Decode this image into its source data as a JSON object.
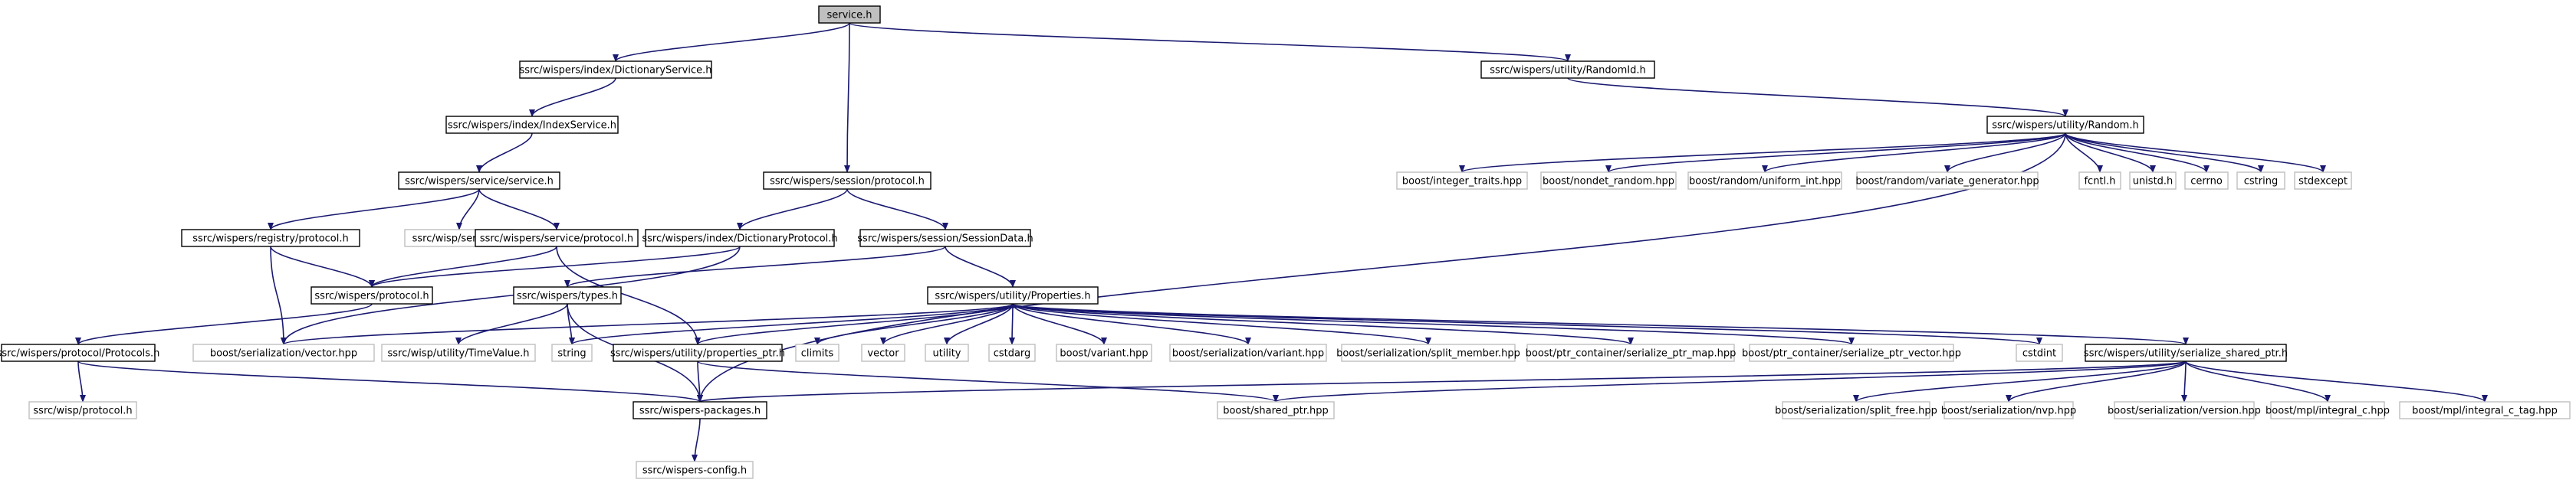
{
  "title": "service.h",
  "colors": {
    "edge": "#191970",
    "internal_border": "#000000",
    "external_border": "#bfbfbf",
    "root_fill": "#bfbfbf"
  },
  "nodes": [
    {
      "id": "n0",
      "label": "service.h",
      "kind": "root"
    },
    {
      "id": "n1",
      "label": "ssrc/wispers/index/DictionaryService.h",
      "kind": "internal"
    },
    {
      "id": "n2",
      "label": "ssrc/wispers/utility/RandomId.h",
      "kind": "internal"
    },
    {
      "id": "n3",
      "label": "ssrc/wispers/index/IndexService.h",
      "kind": "internal"
    },
    {
      "id": "n4",
      "label": "ssrc/wispers/utility/Random.h",
      "kind": "internal"
    },
    {
      "id": "n5",
      "label": "ssrc/wispers/service/service.h",
      "kind": "internal"
    },
    {
      "id": "n6",
      "label": "ssrc/wispers/session/protocol.h",
      "kind": "internal"
    },
    {
      "id": "n7",
      "label": "boost/integer_traits.hpp",
      "kind": "external"
    },
    {
      "id": "n8",
      "label": "boost/nondet_random.hpp",
      "kind": "external"
    },
    {
      "id": "n9",
      "label": "boost/random/uniform_int.hpp",
      "kind": "external"
    },
    {
      "id": "n10",
      "label": "boost/random/variate_generator.hpp",
      "kind": "external"
    },
    {
      "id": "n11",
      "label": "fcntl.h",
      "kind": "external"
    },
    {
      "id": "n12",
      "label": "unistd.h",
      "kind": "external"
    },
    {
      "id": "n13",
      "label": "cerrno",
      "kind": "external"
    },
    {
      "id": "n14",
      "label": "cstring",
      "kind": "external"
    },
    {
      "id": "n15",
      "label": "stdexcept",
      "kind": "external"
    },
    {
      "id": "n16",
      "label": "ssrc/wispers/registry/protocol.h",
      "kind": "internal"
    },
    {
      "id": "n17",
      "label": "ssrc/wisp/service.h",
      "kind": "external"
    },
    {
      "id": "n18",
      "label": "ssrc/wispers/service/protocol.h",
      "kind": "internal"
    },
    {
      "id": "n19",
      "label": "ssrc/wispers/index/DictionaryProtocol.h",
      "kind": "internal"
    },
    {
      "id": "n20",
      "label": "ssrc/wispers/session/SessionData.h",
      "kind": "internal"
    },
    {
      "id": "n21",
      "label": "ssrc/wispers/protocol.h",
      "kind": "internal"
    },
    {
      "id": "n22",
      "label": "ssrc/wispers/types.h",
      "kind": "internal"
    },
    {
      "id": "n23",
      "label": "ssrc/wispers/utility/Properties.h",
      "kind": "internal"
    },
    {
      "id": "n24",
      "label": "ssrc/wispers/protocol/Protocols.h",
      "kind": "internal"
    },
    {
      "id": "n25",
      "label": "boost/serialization/vector.hpp",
      "kind": "external"
    },
    {
      "id": "n26",
      "label": "ssrc/wisp/utility/TimeValue.h",
      "kind": "external"
    },
    {
      "id": "n27",
      "label": "string",
      "kind": "external"
    },
    {
      "id": "n28",
      "label": "ssrc/wispers/utility/properties_ptr.h",
      "kind": "internal"
    },
    {
      "id": "n29",
      "label": "climits",
      "kind": "external"
    },
    {
      "id": "n30",
      "label": "vector",
      "kind": "external"
    },
    {
      "id": "n31",
      "label": "utility",
      "kind": "external"
    },
    {
      "id": "n32",
      "label": "cstdarg",
      "kind": "external"
    },
    {
      "id": "n33",
      "label": "boost/variant.hpp",
      "kind": "external"
    },
    {
      "id": "n34",
      "label": "boost/serialization/variant.hpp",
      "kind": "external"
    },
    {
      "id": "n35",
      "label": "boost/serialization/split_member.hpp",
      "kind": "external"
    },
    {
      "id": "n36",
      "label": "boost/ptr_container/serialize_ptr_map.hpp",
      "kind": "external"
    },
    {
      "id": "n37",
      "label": "boost/ptr_container/serialize_ptr_vector.hpp",
      "kind": "external"
    },
    {
      "id": "n38",
      "label": "cstdint",
      "kind": "external"
    },
    {
      "id": "n39",
      "label": "ssrc/wispers/utility/serialize_shared_ptr.h",
      "kind": "internal"
    },
    {
      "id": "n40",
      "label": "ssrc/wisp/protocol.h",
      "kind": "external"
    },
    {
      "id": "n41",
      "label": "ssrc/wispers-packages.h",
      "kind": "internal"
    },
    {
      "id": "n42",
      "label": "boost/shared_ptr.hpp",
      "kind": "external"
    },
    {
      "id": "n43",
      "label": "boost/serialization/split_free.hpp",
      "kind": "external"
    },
    {
      "id": "n44",
      "label": "boost/serialization/nvp.hpp",
      "kind": "external"
    },
    {
      "id": "n45",
      "label": "boost/serialization/version.hpp",
      "kind": "external"
    },
    {
      "id": "n46",
      "label": "boost/mpl/integral_c.hpp",
      "kind": "external"
    },
    {
      "id": "n47",
      "label": "boost/mpl/integral_c_tag.hpp",
      "kind": "external"
    },
    {
      "id": "n48",
      "label": "ssrc/wispers-config.h",
      "kind": "external"
    }
  ],
  "edges": [
    [
      "n0",
      "n1"
    ],
    [
      "n0",
      "n6"
    ],
    [
      "n0",
      "n2"
    ],
    [
      "n1",
      "n3"
    ],
    [
      "n3",
      "n5"
    ],
    [
      "n5",
      "n16"
    ],
    [
      "n5",
      "n17"
    ],
    [
      "n5",
      "n18"
    ],
    [
      "n2",
      "n4"
    ],
    [
      "n4",
      "n7"
    ],
    [
      "n4",
      "n8"
    ],
    [
      "n4",
      "n9"
    ],
    [
      "n4",
      "n10"
    ],
    [
      "n4",
      "n11"
    ],
    [
      "n4",
      "n12"
    ],
    [
      "n4",
      "n13"
    ],
    [
      "n4",
      "n14"
    ],
    [
      "n4",
      "n15"
    ],
    [
      "n4",
      "n41"
    ],
    [
      "n6",
      "n19"
    ],
    [
      "n6",
      "n20"
    ],
    [
      "n16",
      "n21"
    ],
    [
      "n16",
      "n25"
    ],
    [
      "n18",
      "n21"
    ],
    [
      "n18",
      "n28"
    ],
    [
      "n19",
      "n21"
    ],
    [
      "n19",
      "n25"
    ],
    [
      "n20",
      "n22"
    ],
    [
      "n20",
      "n23"
    ],
    [
      "n21",
      "n24"
    ],
    [
      "n22",
      "n26"
    ],
    [
      "n22",
      "n27"
    ],
    [
      "n22",
      "n41"
    ],
    [
      "n23",
      "n27"
    ],
    [
      "n23",
      "n28"
    ],
    [
      "n23",
      "n29"
    ],
    [
      "n23",
      "n30"
    ],
    [
      "n23",
      "n31"
    ],
    [
      "n23",
      "n32"
    ],
    [
      "n23",
      "n33"
    ],
    [
      "n23",
      "n34"
    ],
    [
      "n23",
      "n35"
    ],
    [
      "n23",
      "n36"
    ],
    [
      "n23",
      "n37"
    ],
    [
      "n23",
      "n38"
    ],
    [
      "n23",
      "n39"
    ],
    [
      "n23",
      "n25"
    ],
    [
      "n24",
      "n40"
    ],
    [
      "n24",
      "n41"
    ],
    [
      "n28",
      "n41"
    ],
    [
      "n28",
      "n42"
    ],
    [
      "n39",
      "n41"
    ],
    [
      "n39",
      "n42"
    ],
    [
      "n39",
      "n43"
    ],
    [
      "n39",
      "n44"
    ],
    [
      "n39",
      "n45"
    ],
    [
      "n39",
      "n46"
    ],
    [
      "n39",
      "n47"
    ],
    [
      "n41",
      "n48"
    ]
  ]
}
